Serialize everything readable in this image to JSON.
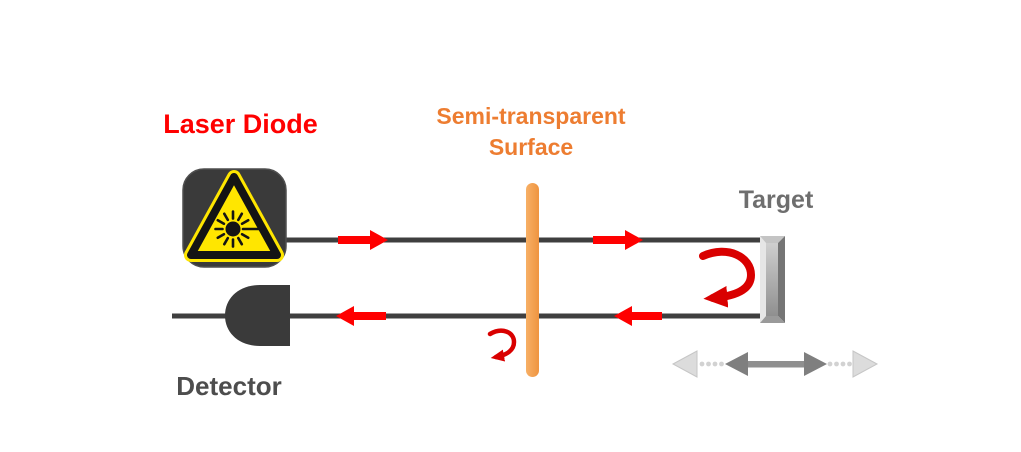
{
  "diagram": {
    "labels": {
      "laser_diode": "Laser Diode",
      "surface_line1": "Semi-transparent",
      "surface_line2": "Surface",
      "target": "Target",
      "detector": "Detector"
    },
    "colors": {
      "laser_diode_label": "#FF0000",
      "surface_label": "#ED7D31",
      "surface_bar": "#F4A14F",
      "target_label": "#6E6E6E",
      "detector_label": "#4D4D4D",
      "component_body": "#3A3A3A",
      "beam_line": "#3F3F3F",
      "beam_arrow": "#FF0000",
      "reflection_arrow": "#D90000",
      "warning_triangle_yellow": "#FFE600",
      "target_body_gray": "#A9A9A9",
      "motion_arrow_gray": "#8A8A8A",
      "motion_arrow_light_gray": "#DCDCDC"
    },
    "icons": {
      "laser": "laser-warning-triangle-icon",
      "detector": "photodiode-icon",
      "target": "mirror-target-icon",
      "motion": "bidirectional-motion-arrow-icon"
    }
  }
}
